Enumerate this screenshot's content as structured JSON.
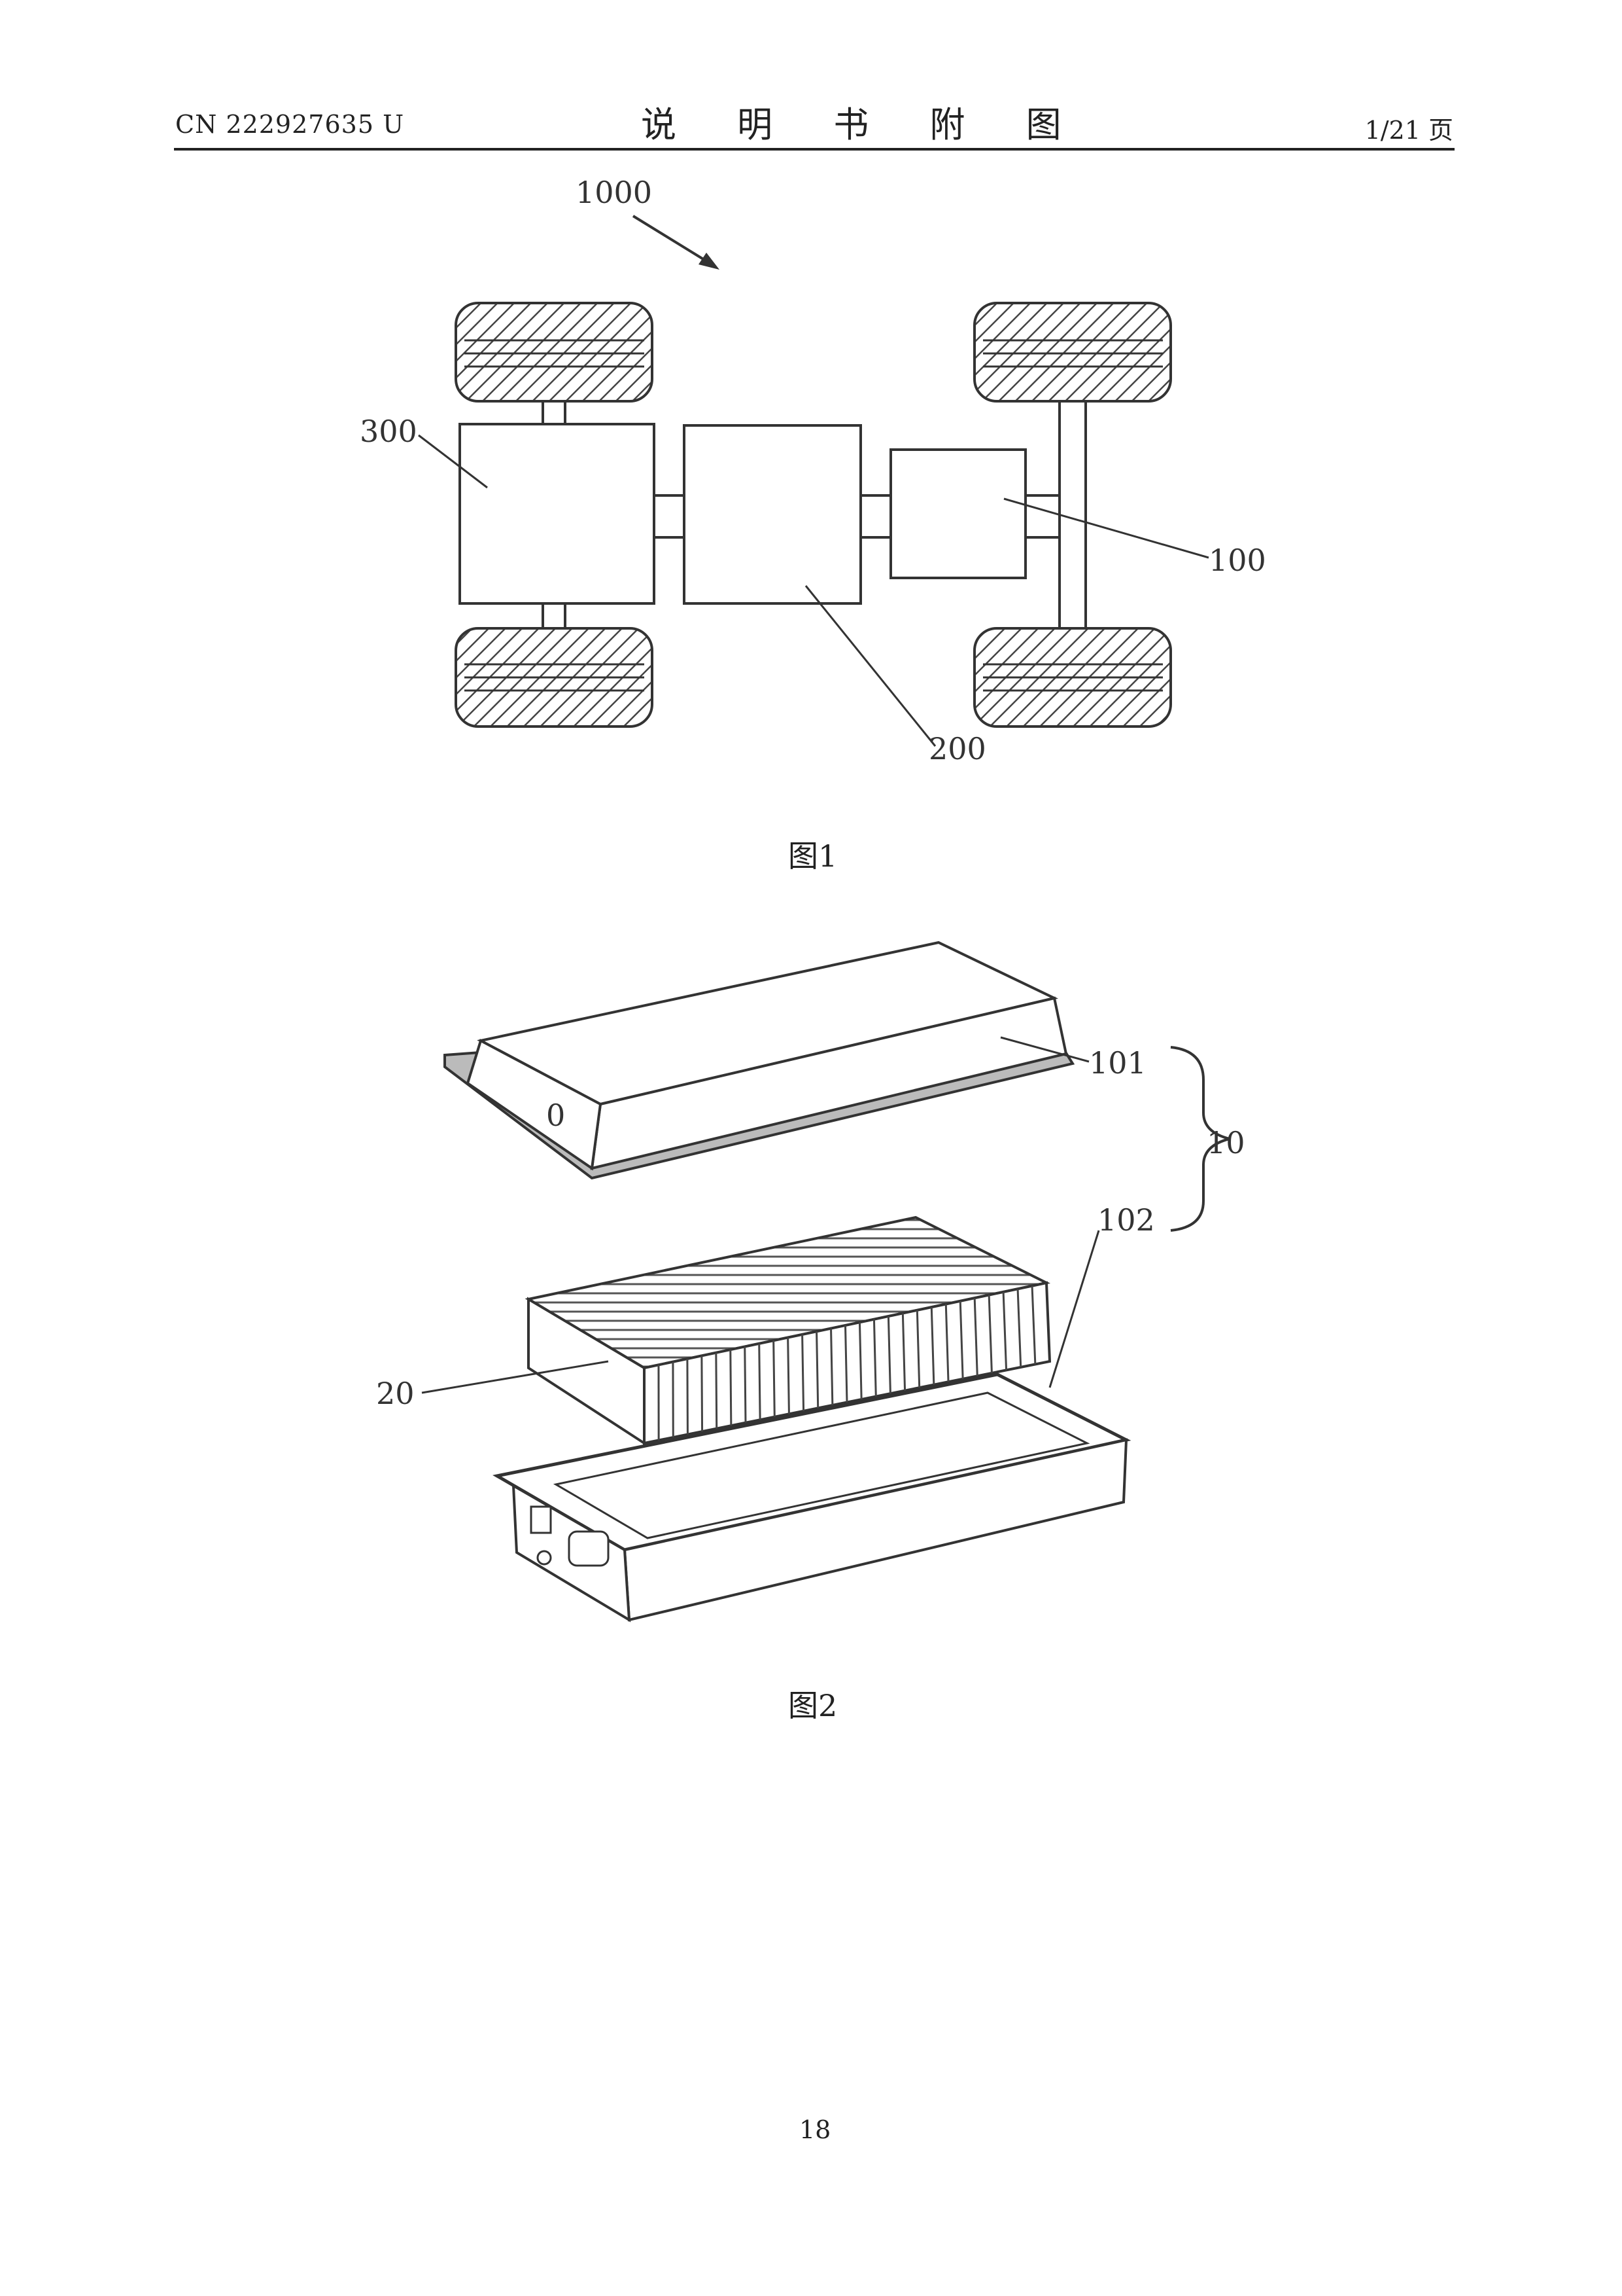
{
  "header": {
    "patent_number": "CN 222927635 U",
    "section_title": "说 明 书 附 图",
    "page_of": "1/21 页"
  },
  "figure1": {
    "caption": "图1",
    "labels": {
      "vehicle": "1000",
      "controller": "300",
      "motor": "200",
      "battery": "100"
    }
  },
  "figure2": {
    "caption": "图2",
    "labels": {
      "upper_case": "101",
      "case": "10",
      "lower_case": "102",
      "cells": "20",
      "mark": "0"
    }
  },
  "footer": {
    "page_number": "18"
  }
}
